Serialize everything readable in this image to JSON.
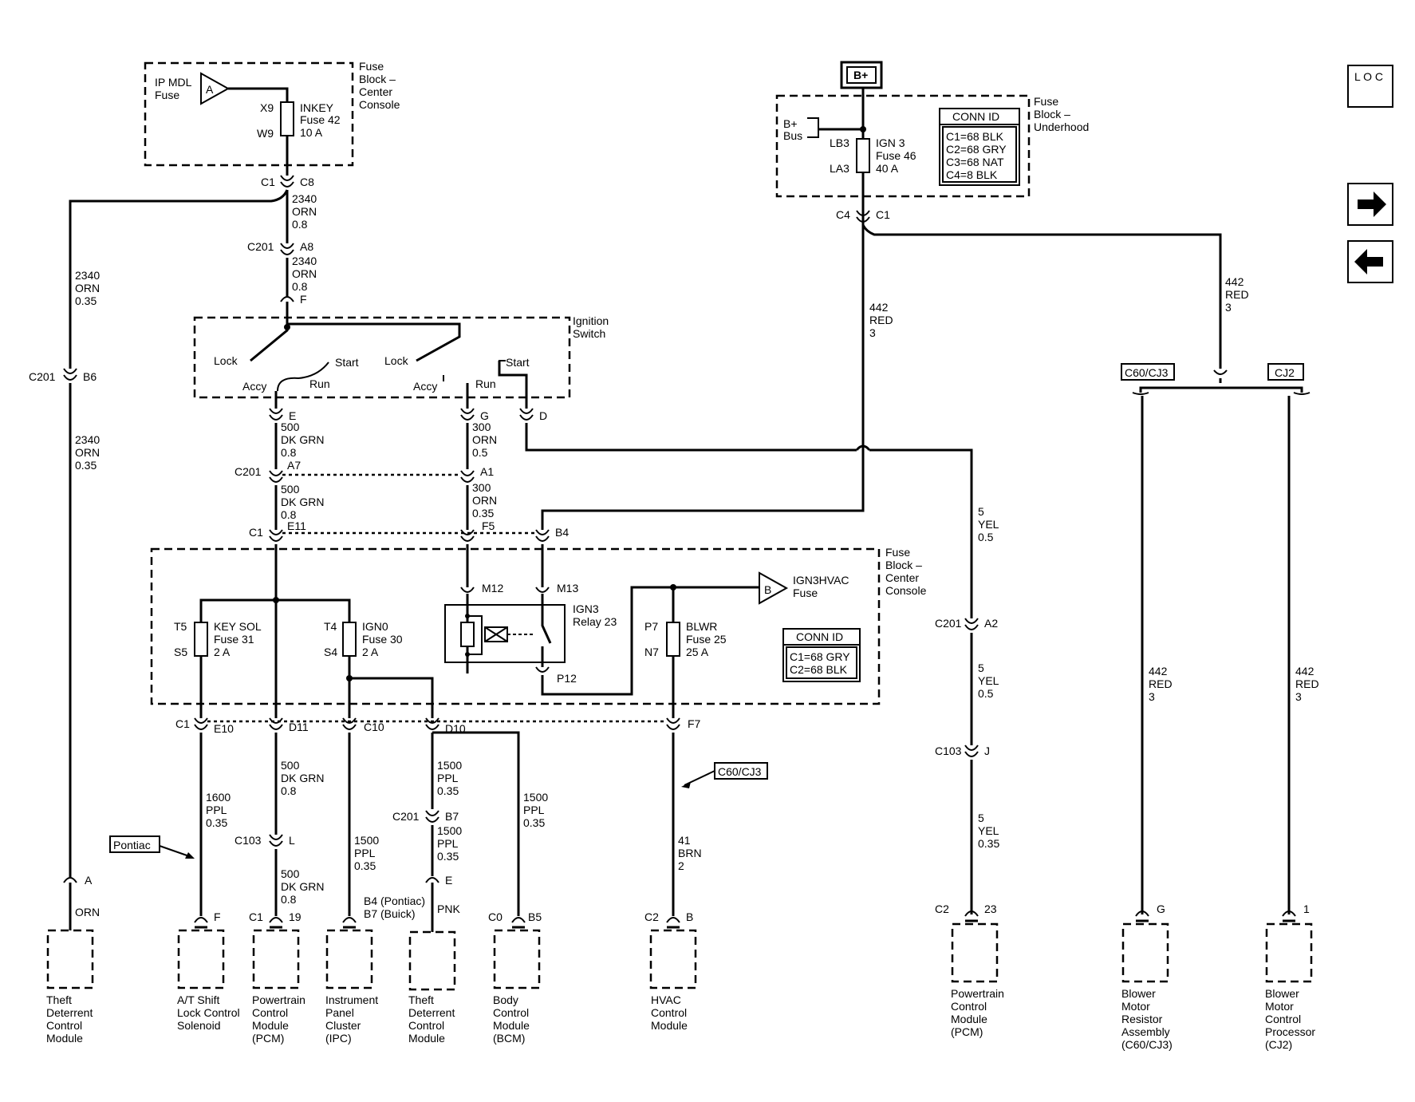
{
  "nav": {
    "loc_label": "L O C",
    "forward_icon": "arrow-right-icon",
    "back_icon": "arrow-left-icon"
  },
  "labels": {
    "bplus": "B+",
    "fb_cc_top_1": "Fuse",
    "fb_cc_top_2": "Block –",
    "fb_cc_top_3": "Center",
    "fb_cc_top_4": "Console",
    "ipmdl_1": "IP MDL",
    "ipmdl_2": "Fuse",
    "ipmdl_tri": "A",
    "x9": "X9",
    "w9": "W9",
    "inkey_1": "INKEY",
    "inkey_2": "Fuse 42",
    "inkey_3": "10 A",
    "c1_top": "C1",
    "c8": "C8",
    "w2340a_1": "2340",
    "w2340a_2": "ORN",
    "w2340a_3": "0.8",
    "c201_a8": "C201",
    "a8": "A8",
    "w2340b_1": "2340",
    "w2340b_2": "ORN",
    "w2340b_3": "0.8",
    "f_pin": "F",
    "left_w_1": "2340",
    "left_w_2": "ORN",
    "left_w_3": "0.35",
    "c201_b6": "C201",
    "b6": "B6",
    "left_w2_1": "2340",
    "left_w2_2": "ORN",
    "left_w2_3": "0.35",
    "ign_sw_1": "Ignition",
    "ign_sw_2": "Switch",
    "lock1": "Lock",
    "start1": "Start",
    "accy1": "Accy",
    "run1": "Run",
    "lock2": "Lock",
    "start2": "Start",
    "accy2": "Accy",
    "run2": "Run",
    "e_pin": "E",
    "g_pin": "G",
    "d_pin": "D",
    "w500a_1": "500",
    "w500a_2": "DK GRN",
    "w500a_3": "0.8",
    "w300a_1": "300",
    "w300a_2": "ORN",
    "w300a_3": "0.5",
    "c201_a7": "C201",
    "a7": "A7",
    "a1": "A1",
    "w500b_1": "500",
    "w500b_2": "DK GRN",
    "w500b_3": "0.8",
    "w300b_1": "300",
    "w300b_2": "ORN",
    "w300b_3": "0.35",
    "c1_mid": "C1",
    "e11": "E11",
    "f5": "F5",
    "b4": "B4",
    "fb_cc_1": "Fuse",
    "fb_cc_2": "Block –",
    "fb_cc_3": "Center",
    "fb_cc_4": "Console",
    "m12": "M12",
    "m13": "M13",
    "relay_1": "IGN3",
    "relay_2": "Relay 23",
    "p12": "P12",
    "ign3hvac_tri": "B",
    "ign3hvac_1": "IGN3HVAC",
    "ign3hvac_2": "Fuse",
    "t5": "T5",
    "s5": "S5",
    "keysol_1": "KEY SOL",
    "keysol_2": "Fuse 31",
    "keysol_3": "2 A",
    "t4": "T4",
    "s4": "S4",
    "ign0_1": "IGN0",
    "ign0_2": "Fuse 30",
    "ign0_3": "2 A",
    "p7": "P7",
    "n7": "N7",
    "blwr_1": "BLWR",
    "blwr_2": "Fuse 25",
    "blwr_3": "25 A",
    "conn2_title": "CONN ID",
    "conn2_1": "C1=68 GRY",
    "conn2_2": "C2=68 BLK",
    "c1_bot": "C1",
    "e10": "E10",
    "d11": "D11",
    "c10": "C10",
    "d10": "D10",
    "f7": "F7",
    "w1600_1": "1600",
    "w1600_2": "PPL",
    "w1600_3": "0.35",
    "pontiac": "Pontiac",
    "w500c_1": "500",
    "w500c_2": "DK GRN",
    "w500c_3": "0.8",
    "c103_l": "C103",
    "l_pin": "L",
    "w500d_1": "500",
    "w500d_2": "DK GRN",
    "w500d_3": "0.8",
    "w1500a_1": "1500",
    "w1500a_2": "PPL",
    "w1500a_3": "0.35",
    "w1500b_1": "1500",
    "w1500b_2": "PPL",
    "w1500b_3": "0.35",
    "c201_b7": "C201",
    "b7": "B7",
    "w1500c_1": "1500",
    "w1500c_2": "PPL",
    "w1500c_3": "0.35",
    "e_pin2": "E",
    "pnk": "PNK",
    "w1500d_1": "1500",
    "w1500d_2": "PPL",
    "w1500d_3": "0.35",
    "c60cj3_arrow": "C60/CJ3",
    "w41_1": "41",
    "w41_2": "BRN",
    "w41_3": "2",
    "a_pin": "A",
    "orn": "ORN",
    "f_pin2": "F",
    "c1_19": "C1",
    "pin19": "19",
    "b4pontiac": "B4 (Pontiac)",
    "b7buick": "B7 (Buick)",
    "c0": "C0",
    "b5": "B5",
    "c2_b": "C2",
    "b_pin": "B",
    "fb_uh_1": "Fuse",
    "fb_uh_2": "Block –",
    "fb_uh_3": "Underhood",
    "bbus_1": "B+",
    "bbus_2": "Bus",
    "lb3": "LB3",
    "la3": "LA3",
    "ign3_1": "IGN 3",
    "ign3_2": "Fuse 46",
    "ign3_3": "40 A",
    "conn1_title": "CONN ID",
    "conn1_1": "C1=68 BLK",
    "conn1_2": "C2=68 GRY",
    "conn1_3": "C3=68 NAT",
    "conn1_4": "C4=8 BLK",
    "c4": "C4",
    "c1_uh": "C1",
    "w442a_1": "442",
    "w442a_2": "RED",
    "w442a_3": "3",
    "w442b_1": "442",
    "w442b_2": "RED",
    "w442b_3": "3",
    "c60cj3_box": "C60/CJ3",
    "cj2_box": "CJ2",
    "w5a_1": "5",
    "w5a_2": "YEL",
    "w5a_3": "0.5",
    "c201_a2": "C201",
    "a2": "A2",
    "w5b_1": "5",
    "w5b_2": "YEL",
    "w5b_3": "0.5",
    "c103_j": "C103",
    "j_pin": "J",
    "w5c_1": "5",
    "w5c_2": "YEL",
    "w5c_3": "0.35",
    "c2_23": "C2",
    "pin23": "23",
    "w442c_1": "442",
    "w442c_2": "RED",
    "w442c_3": "3",
    "w442d_1": "442",
    "w442d_2": "RED",
    "w442d_3": "3",
    "g_pin2": "G",
    "pin1": "1"
  },
  "modules": {
    "theft1": [
      "Theft",
      "Deterrent",
      "Control",
      "Module"
    ],
    "atshift": [
      "A/T Shift",
      "Lock Control",
      "Solenoid"
    ],
    "pcm1": [
      "Powertrain",
      "Control",
      "Module",
      "(PCM)"
    ],
    "ipc": [
      "Instrument",
      "Panel",
      "Cluster",
      "(IPC)"
    ],
    "theft2": [
      "Theft",
      "Deterrent",
      "Control",
      "Module"
    ],
    "bcm": [
      "Body",
      "Control",
      "Module",
      "(BCM)"
    ],
    "hvac": [
      "HVAC",
      "Control",
      "Module"
    ],
    "pcm2": [
      "Powertrain",
      "Control",
      "Module",
      "(PCM)"
    ],
    "blower_res": [
      "Blower",
      "Motor",
      "Resistor",
      "Assembly",
      "(C60/CJ3)"
    ],
    "blower_proc": [
      "Blower",
      "Motor",
      "Control",
      "Processor",
      "(CJ2)"
    ]
  }
}
